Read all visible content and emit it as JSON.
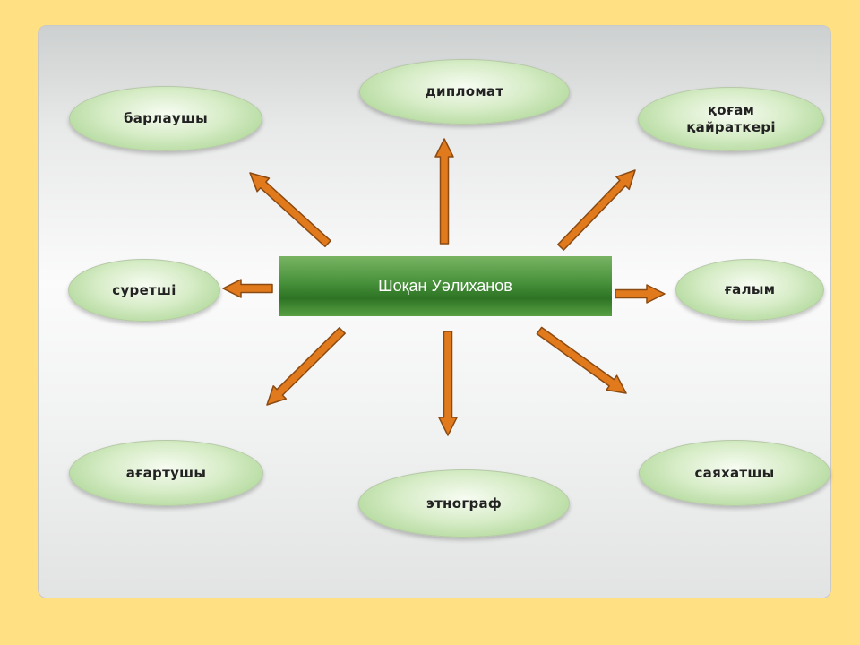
{
  "center": {
    "label": "Шоқан Уәлиханов"
  },
  "nodes": {
    "diplomat": "дипломат",
    "scout": "барлаушы",
    "public_figure_line1": "қоғам",
    "public_figure_line2": "қайраткері",
    "artist": "суретші",
    "scientist": "ғалым",
    "educator": "ағартушы",
    "ethnographer": "этнограф",
    "traveler": "саяхатшы"
  },
  "colors": {
    "page_background": "#FFE083",
    "arrow_fill": "#E07A1C",
    "arrow_stroke": "#8A4A12",
    "center_fill": "#3E8A30",
    "node_fill": "#BFE0A8"
  }
}
